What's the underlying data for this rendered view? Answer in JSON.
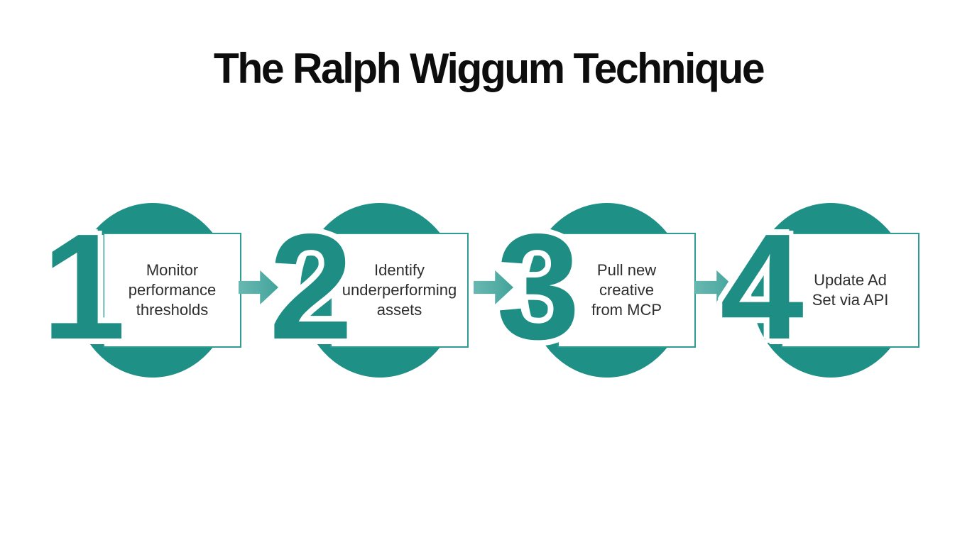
{
  "title": "The Ralph Wiggum Technique",
  "steps": [
    {
      "number": "1",
      "label": "Monitor\nperformance\nthresholds"
    },
    {
      "number": "2",
      "label": "Identify\nunderperforming\nassets"
    },
    {
      "number": "3",
      "label": "Pull new\ncreative\nfrom MCP"
    },
    {
      "number": "4",
      "label": "Update Ad\nSet via API"
    }
  ],
  "colors": {
    "circle_teal": "#1F9086",
    "number_teal": "#1E8E84",
    "card_border": "#2E9C92",
    "arrow_teal": "#55AEA6",
    "label_text": "#2E2E2E",
    "title_text": "#0D0D0D",
    "background": "#FFFFFF"
  }
}
